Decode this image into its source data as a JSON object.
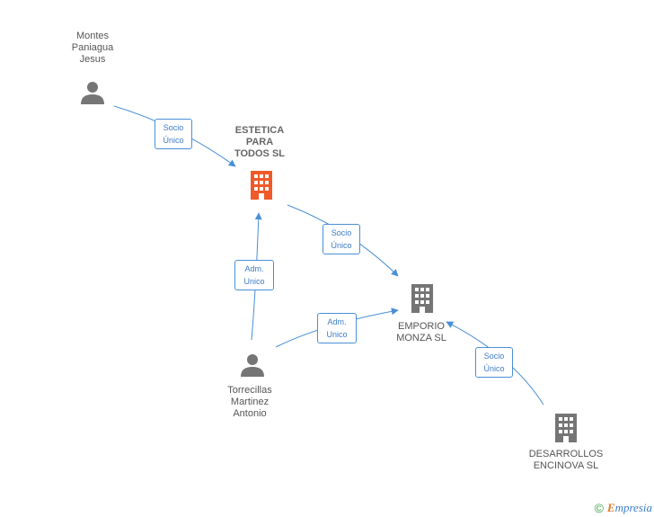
{
  "nodes": {
    "montes": {
      "label": "Montes\nPaniagua\nJesus",
      "type": "person"
    },
    "estetica": {
      "label": "ESTETICA\nPARA\nTODOS SL",
      "type": "company-main"
    },
    "emporio": {
      "label": "EMPORIO\nMONZA SL",
      "type": "company"
    },
    "torrecillas": {
      "label": "Torrecillas\nMartinez\nAntonio",
      "type": "person"
    },
    "desarrollos": {
      "label": "DESARROLLOS\nENCINOVA SL",
      "type": "company"
    }
  },
  "edges": {
    "montes_estetica": "Socio\nÚnico",
    "estetica_emporio": "Socio\nÚnico",
    "torrecillas_estetica": "Adm.\nUnico",
    "torrecillas_emporio": "Adm.\nUnico",
    "desarrollos_emporio": "Socio\nÚnico"
  },
  "footer": {
    "copyright": "©",
    "brand_first": "E",
    "brand_rest": "mpresia"
  },
  "colors": {
    "edge": "#4a8fd8",
    "person_icon": "#757575",
    "company_icon": "#757575",
    "main_company_icon": "#f05a28"
  }
}
